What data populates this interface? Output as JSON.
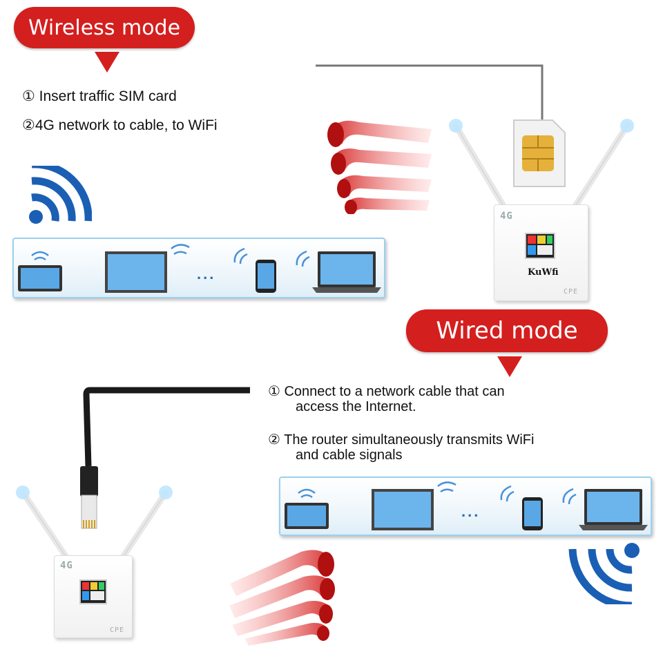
{
  "wireless": {
    "title": "Wireless mode",
    "steps": [
      "① Insert traffic SIM card",
      "②4G network to cable, to WiFi"
    ],
    "ellipsis": "..."
  },
  "wired": {
    "title": "Wired mode",
    "steps": [
      [
        "① Connect to a network cable that can",
        "access the Internet."
      ],
      [
        "② The router simultaneously transmits WiFi",
        "and cable signals"
      ]
    ],
    "ellipsis": "..."
  },
  "router": {
    "badge": "4G",
    "brand": "KuWfi",
    "model": "CPE"
  },
  "colors": {
    "banner": "#d41f1f",
    "wifi_blue": "#1a5fb4",
    "band_border": "#9bd0f0",
    "signal_red": "#d42020"
  },
  "icons": [
    "wifi-signal-icon",
    "tablet-icon",
    "monitor-icon",
    "smartphone-icon",
    "laptop-icon",
    "sim-card-icon",
    "ethernet-cable-icon",
    "router-icon",
    "signal-wave-icon"
  ]
}
